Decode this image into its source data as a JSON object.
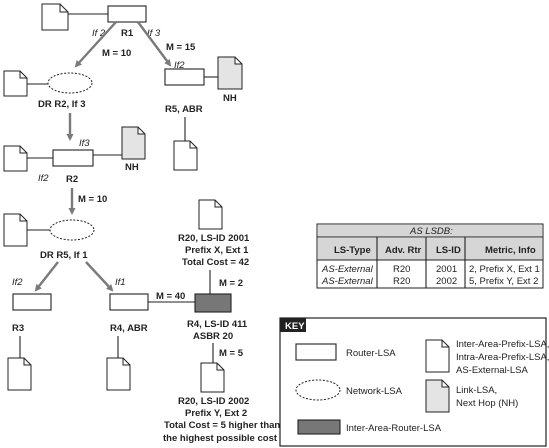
{
  "labels": {
    "r1": "R1",
    "r1_if2": "If 2",
    "r1_if3": "If 3",
    "r1_m10": "M = 10",
    "r1_m15": "M = 15",
    "dr_r2": "DR R2, If 3",
    "r5_if2": "If2",
    "r5abr": "R5, ABR",
    "nh1": "NH",
    "r2_if3": "If3",
    "r2_if2": "If2",
    "r2": "R2",
    "nh2": "NH",
    "r2_m10": "M = 10",
    "dr_r5": "DR R5, If 1",
    "r5_if2b": "If2",
    "r5_if1": "If1",
    "r3": "R3",
    "r4abr": "R4, ABR",
    "m40": "M = 40",
    "m2": "M = 2",
    "m5": "M = 5",
    "lsa2001_l1": "R20, LS-ID 2001",
    "lsa2001_l2": "Prefix X, Ext 1",
    "lsa2001_l3": "Total Cost = 42",
    "r4ls_l1": "R4, LS-ID 411",
    "r4ls_l2": "ASBR 20",
    "lsa2002_l1": "R20, LS-ID 2002",
    "lsa2002_l2": "Prefix Y, Ext 2",
    "lsa2002_l3": "Total Cost = 5 higher than",
    "lsa2002_l4": "the highest possible cost"
  },
  "lsdb": {
    "title": "AS LSDB:",
    "headers": [
      "LS-Type",
      "Adv. Rtr",
      "LS-ID",
      "Metric, Info"
    ],
    "rows": [
      [
        "AS-External",
        "R20",
        "2001",
        "2, Prefix X, Ext 1"
      ],
      [
        "AS-External",
        "R20",
        "2002",
        "5, Prefix Y, Ext 2"
      ]
    ]
  },
  "key": {
    "title": "KEY",
    "router": "Router-LSA",
    "network": "Network-LSA",
    "inter_router": "Inter-Area-Router-LSA",
    "prefix_l1": "Inter-Area-Prefix-LSA,",
    "prefix_l2": "Intra-Area-Prefix-LSA, or",
    "prefix_l3": "AS-External-LSA",
    "link_l1": "Link-LSA,",
    "link_l2": "Next Hop (NH)"
  },
  "colors": {
    "arrow": "#7a7a7a",
    "inter_area_router_fill": "#777777",
    "link_lsa_fill": "#e4e4e4",
    "table_header_bg": "#d6d6d6"
  }
}
